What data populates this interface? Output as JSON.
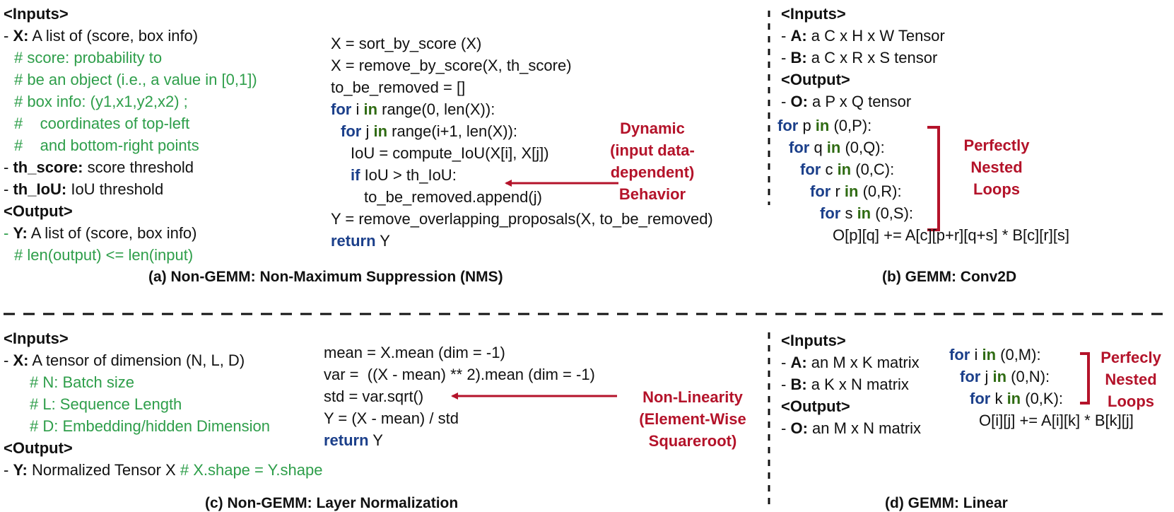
{
  "panel_a": {
    "inputs_header": "<Inputs>",
    "x_label": "X:",
    "x_desc": " A list of (score, box info)",
    "comments": [
      "# score: probability to",
      "# be an object (i.e., a value in [0,1])",
      "# box info: (y1,x1,y2,x2) ;",
      "#    coordinates of top-left",
      "#    and bottom-right points"
    ],
    "th_score_label": "th_score:",
    "th_score_desc": " score threshold",
    "th_iou_label": "th_IoU:",
    "th_iou_desc": " IoU threshold",
    "output_header": "<Output>",
    "y_label": "Y:",
    "y_desc": " A list of (score, box info)",
    "y_comment": "# len(output) <= len(input)",
    "code": {
      "l1": "X = sort_by_score (X)",
      "l2": "X = remove_by_score(X, th_score)",
      "l3": "to_be_removed = []",
      "l4_for": "for",
      "l4_a": " i ",
      "l4_in": "in",
      "l4_b": " range(0, len(X)):",
      "l5_for": "for",
      "l5_a": " j ",
      "l5_in": "in",
      "l5_b": " range(i+1, len(X)):",
      "l6": "IoU = compute_IoU(X[i], X[j])",
      "l7_if": "if",
      "l7_b": " IoU > th_IoU:",
      "l8": "to_be_removed.append(j)",
      "l9": "Y = remove_overlapping_proposals(X, to_be_removed)",
      "l10_ret": "return",
      "l10_b": " Y"
    },
    "annotation": "Dynamic\n(input data-\ndependent)\nBehavior",
    "caption": "(a) Non-GEMM: Non-Maximum Suppression (NMS)"
  },
  "panel_b": {
    "inputs_header": "<Inputs>",
    "a_label": "A:",
    "a_desc": " a C x H x W Tensor",
    "b_label": "B:",
    "b_desc": " a C x R x S tensor",
    "output_header": "<Output>",
    "o_label": "O:",
    "o_desc": " a P x Q tensor",
    "for_kw": "for",
    "in_kw": "in",
    "loops": [
      " p ",
      " q ",
      " c ",
      " r ",
      " s "
    ],
    "ranges": [
      " (0,P):",
      " (0,Q):",
      " (0,C):",
      " (0,R):",
      " (0,S):"
    ],
    "body": "O[p][q] += A[c][p+r][q+s] * B[c][r][s]",
    "annotation": "Perfectly\nNested\nLoops",
    "caption": "(b) GEMM: Conv2D"
  },
  "panel_c": {
    "inputs_header": "<Inputs>",
    "x_label": "X:",
    "x_desc": " A tensor of dimension (N, L, D)",
    "comments": [
      "# N: Batch size",
      "# L: Sequence Length",
      "# D: Embedding/hidden Dimension"
    ],
    "output_header": "<Output>",
    "y_label": "Y:",
    "y_desc": " Normalized Tensor X ",
    "y_comment": "# X.shape = Y.shape",
    "code": {
      "l1": "mean = X.mean (dim = -1)",
      "l2": "var =  ((X - mean) ** 2).mean (dim = -1)",
      "l3": "std = var.sqrt()",
      "l4": "Y = (X - mean) / std",
      "l5_ret": "return",
      "l5_b": " Y"
    },
    "annotation": "Non-Linearity\n(Element-Wise\nSquareroot)",
    "caption": "(c) Non-GEMM: Layer Normalization"
  },
  "panel_d": {
    "inputs_header": "<Inputs>",
    "a_label": "A:",
    "a_desc": " an M x K matrix",
    "b_label": "B:",
    "b_desc": " a K x N matrix",
    "output_header": "<Output>",
    "o_label": "O:",
    "o_desc": " an M x N matrix",
    "for_kw": "for",
    "in_kw": "in",
    "loops": [
      " i ",
      " j ",
      " k "
    ],
    "ranges": [
      " (0,M):",
      " (0,N):",
      " (0,K):"
    ],
    "body": "O[i][j] += A[i][k] * B[k][j]",
    "annotation": "Perfecly\nNested\nLoops",
    "caption": "(d) GEMM: Linear"
  },
  "colors": {
    "comment": "#2e9e4a",
    "keyword_for": "#1b3f8a",
    "keyword_in": "#2f6b12",
    "annotation": "#b4132a"
  }
}
